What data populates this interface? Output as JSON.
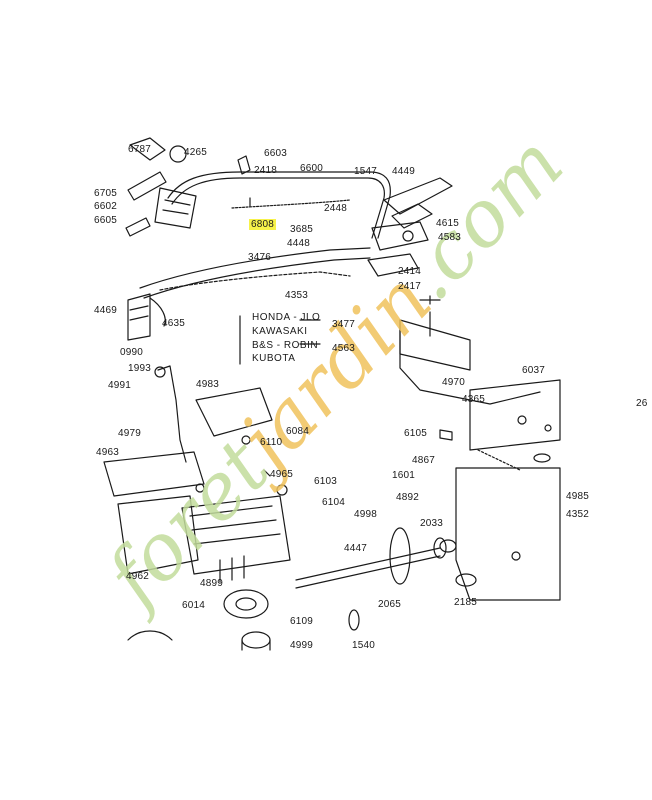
{
  "labels": {
    "p6787": "6787",
    "p4265": "4265",
    "p6603": "6603",
    "p2418": "2418",
    "p6600": "6600",
    "p1547": "1547",
    "p4449": "4449",
    "p6705": "6705",
    "p6602": "6602",
    "p6605": "6605",
    "p6808": "6808",
    "p2448": "2448",
    "p4615": "4615",
    "p3685": "3685",
    "p4583": "4583",
    "p4448": "4448",
    "p3476": "3476",
    "p2414": "2414",
    "p2417": "2417",
    "p4353": "4353",
    "p4469": "4469",
    "p4635": "4635",
    "p0990": "0990",
    "p3477": "3477",
    "p4563": "4563",
    "p1993": "1993",
    "p4983": "4983",
    "p4991": "4991",
    "p4970": "4970",
    "p6037": "6037",
    "p4365": "4365",
    "p26": "26",
    "p4979": "4979",
    "p6110": "6110",
    "p6084": "6084",
    "p6105": "6105",
    "p4963": "4963",
    "p4965": "4965",
    "p4867": "4867",
    "p1601": "1601",
    "p6103": "6103",
    "p4985": "4985",
    "p6104": "6104",
    "p4892": "4892",
    "p4998": "4998",
    "p4352": "4352",
    "p2033": "2033",
    "p4447": "4447",
    "p4962": "4962",
    "p4899": "4899",
    "p6014": "6014",
    "p6109": "6109",
    "p2065": "2065",
    "p2185": "2185",
    "p4999": "4999",
    "p1540": "1540"
  },
  "engines": {
    "honda": "HONDA - JLO",
    "kawasaki": "KAWASAKI",
    "bs_robin": "B&S - ROBIN",
    "kubota": "KUBOTA"
  },
  "watermark": {
    "part1": "foret",
    "part2": "jardin",
    "part3": ".com"
  },
  "colors": {
    "highlight": "#f7f24a",
    "watermark_green": "#c3dc9c",
    "watermark_orange": "#f0c25c",
    "line": "#1a1a1a"
  }
}
